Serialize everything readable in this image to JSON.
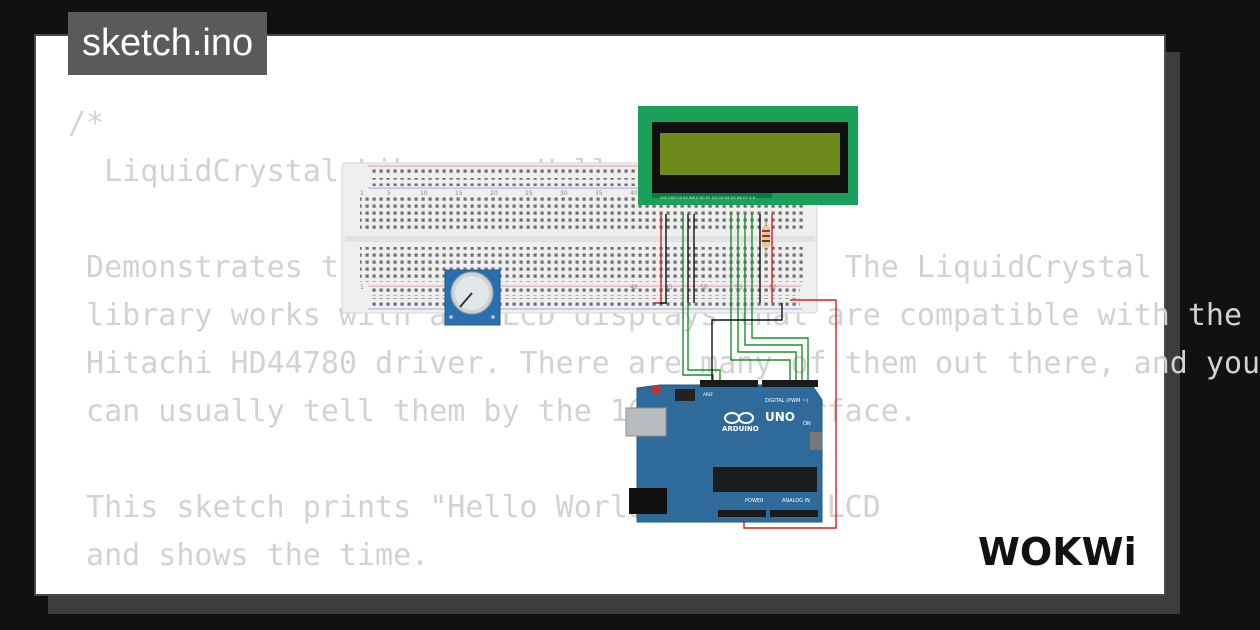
{
  "header": {
    "filename": "sketch.ino"
  },
  "code": {
    "lines": [
      "/*",
      "  LiquidCrystal Library - Hello World",
      "",
      " Demonstrates the use a 16x2 LCD display.  The LiquidCrystal",
      " library works with all LCD displays that are compatible with the",
      " Hitachi HD44780 driver. There are many of them out there, and you",
      " can usually tell them by the 16-pin interface.",
      "",
      " This sketch prints \"Hello World!\" to the LCD",
      " and shows the time."
    ]
  },
  "circuit": {
    "board_brand": "ARDUINO",
    "board_model": "UNO",
    "digital_label": "DIGITAL (PWM ~)",
    "power_label": "POWER",
    "analog_label": "ANALOG IN",
    "aref_label": "AREF",
    "on_label": "ON",
    "breadboard_numbers": [
      "1",
      "5",
      "10",
      "15",
      "20",
      "25",
      "30",
      "35",
      "40",
      "45",
      "50",
      "55",
      "60"
    ],
    "lcd_pin_labels": "VSS VDD V0 RS RW E D0 D1 D2 D3 D4 D5 D6 D7 A K",
    "colors": {
      "board": "#2f6b9a",
      "lcd_frame": "#1aa05a",
      "lcd_screen": "#6e8a1a",
      "wire_green": "#1d8f2f",
      "wire_black": "#111111",
      "wire_red": "#d42020"
    }
  },
  "brand": {
    "logo_text": "WOKWi"
  }
}
